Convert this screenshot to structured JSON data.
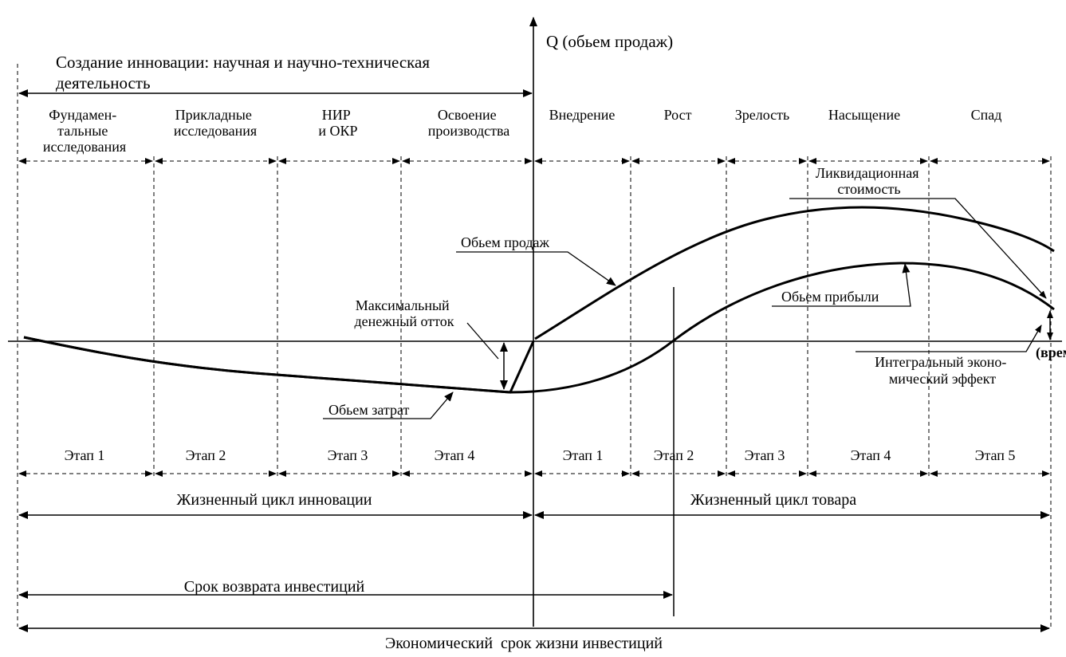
{
  "axis": {
    "y_label": "Q (обьем продаж)",
    "x_label": "(врем"
  },
  "innovation": {
    "title_line1": "Создание инновации: научная и научно-техническая",
    "title_line2": "деятельность"
  },
  "phases": {
    "fundamental": [
      "Фундамен-",
      "тальные",
      "исследования"
    ],
    "applied": [
      "Прикладные",
      "исследования"
    ],
    "rnd": [
      "НИР",
      "и ОКР"
    ],
    "mastering": [
      "Освоение",
      "производства"
    ],
    "introduction": "Внедрение",
    "growth": "Рост",
    "maturity": "Зрелость",
    "saturation": "Насыщение",
    "decline": "Спад"
  },
  "annotations": {
    "liquidation": [
      "Ликвидационная",
      "стоимость"
    ],
    "sales_volume": "Обьем продаж",
    "profit_volume": "Обьем прибыли",
    "max_outflow": [
      "Максимальный",
      "денежный отток"
    ],
    "cost_volume": "Обьем затрат",
    "integral_effect": [
      "Интегральный эконо-",
      "мический эффект"
    ]
  },
  "innovation_stages": [
    "Этап 1",
    "Этап 2",
    "Этап 3",
    "Этап 4"
  ],
  "product_stages": [
    "Этап 1",
    "Этап 2",
    "Этап 3",
    "Этап 4",
    "Этап 5"
  ],
  "cycles": {
    "innovation": "Жизненный цикл инновации",
    "product": "Жизненный цикл товара"
  },
  "payback": "Срок возврата инвестиций",
  "economic_life": "Экономический  срок жизни инвестиций"
}
